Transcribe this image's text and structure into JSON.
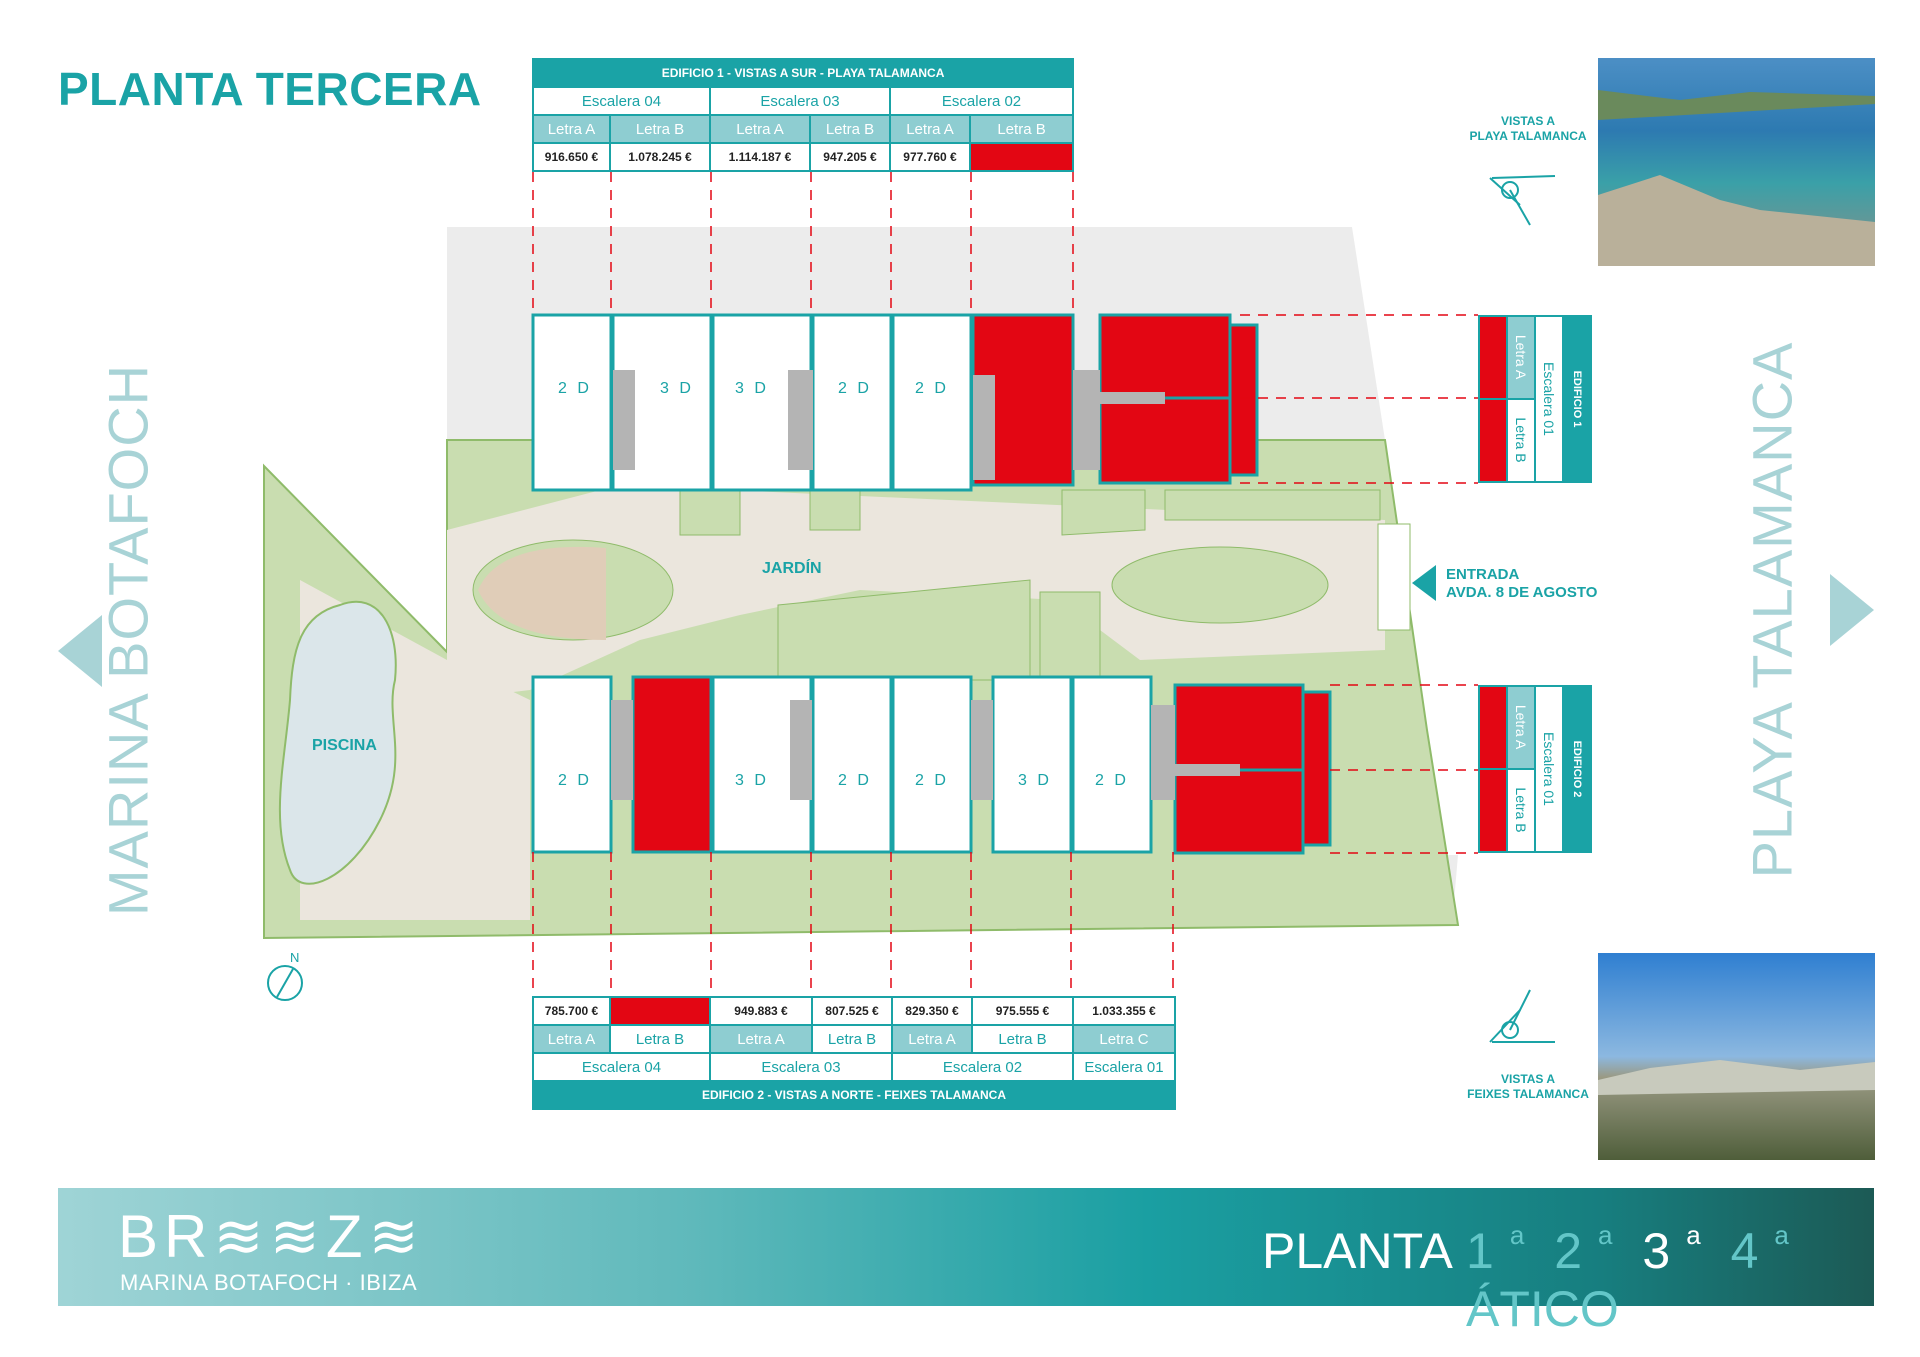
{
  "page_title": "PLANTA TERCERA",
  "side_left": "MARINA BOTAFOCH",
  "side_right": "PLAYA TALAMANCA",
  "plan_labels": {
    "garden": "JARDÍN",
    "pool": "PISCINA",
    "entrance_line1": "ENTRADA",
    "entrance_line2": "AVDA. 8 DE AGOSTO",
    "north": "N"
  },
  "building1": {
    "header": "EDIFICIO 1 - VISTAS A SUR - PLAYA TALAMANCA",
    "escaleras": [
      "Escalera 04",
      "Escalera 03",
      "Escalera 02"
    ],
    "letras": [
      "Letra A",
      "Letra B",
      "Letra A",
      "Letra B",
      "Letra A",
      "Letra B"
    ],
    "prices": [
      "916.650 €",
      "1.078.245 €",
      "1.114.187 €",
      "947.205 €",
      "977.760 €",
      ""
    ],
    "units": [
      "2 D",
      "3 D",
      "3 D",
      "2 D",
      "2 D"
    ],
    "side_table": {
      "edificio": "EDIFICIO 1",
      "escalera": "Escalera 01",
      "letra_a": "Letra A",
      "letra_b": "Letra B"
    }
  },
  "building2": {
    "header": "EDIFICIO 2 - VISTAS A NORTE - FEIXES TALAMANCA",
    "escaleras": [
      "Escalera 04",
      "Escalera 03",
      "Escalera 02",
      "Escalera 01"
    ],
    "letras": [
      "Letra A",
      "Letra B",
      "Letra A",
      "Letra B",
      "Letra A",
      "Letra B",
      "Letra C"
    ],
    "prices": [
      "785.700 €",
      "",
      "949.883 €",
      "807.525 €",
      "829.350 €",
      "975.555 €",
      "1.033.355 €"
    ],
    "units": [
      "2 D",
      "3 D",
      "2 D",
      "2 D",
      "3 D",
      "2 D"
    ],
    "side_table": {
      "edificio": "EDIFICIO 2",
      "escalera": "Escalera 01",
      "letra_a": "Letra A",
      "letra_b": "Letra B"
    }
  },
  "views": {
    "top": {
      "line1": "VISTAS A",
      "line2": "PLAYA TALAMANCA"
    },
    "bottom": {
      "line1": "VISTAS A",
      "line2": "FEIXES TALAMANCA"
    }
  },
  "footer": {
    "brand": "BR≋≋Z≋",
    "brand_sub": "MARINA BOTAFOCH  ·  IBIZA",
    "planta": "PLANTA",
    "floors": [
      {
        "num": "1",
        "sup": "a"
      },
      {
        "num": "2",
        "sup": "a"
      },
      {
        "num": "3",
        "sup": "a"
      },
      {
        "num": "4",
        "sup": "a"
      }
    ],
    "atico": "ÁTICO",
    "current_floor": "3"
  },
  "colors": {
    "teal": "#1aa3a6",
    "teal_light": "#8ecdd1",
    "sold_red": "#e30613",
    "garden_green": "#c9ddb0",
    "paving": "#ebe6dd",
    "grey_zone": "#ececec",
    "pool": "#dbe6ea"
  }
}
